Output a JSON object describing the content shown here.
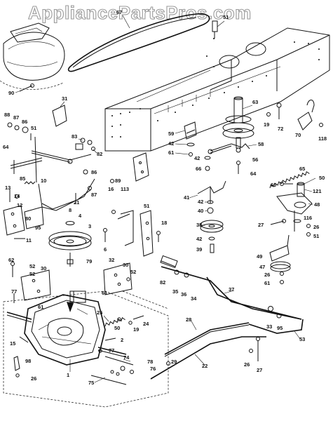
{
  "watermark": "AppliancePartsPros.com",
  "callouts": [
    {
      "id": "c67",
      "text": "67"
    },
    {
      "id": "c51a",
      "text": "51"
    },
    {
      "id": "c90",
      "text": "90"
    },
    {
      "id": "c31",
      "text": "31"
    },
    {
      "id": "c88",
      "text": "88"
    },
    {
      "id": "c87",
      "text": "87"
    },
    {
      "id": "c86",
      "text": "86"
    },
    {
      "id": "c51b",
      "text": "51"
    },
    {
      "id": "c83",
      "text": "83"
    },
    {
      "id": "c64",
      "text": "64"
    },
    {
      "id": "c82",
      "text": "82"
    },
    {
      "id": "c85",
      "text": "85"
    },
    {
      "id": "c86b",
      "text": "86"
    },
    {
      "id": "c89",
      "text": "89"
    },
    {
      "id": "c10",
      "text": "10"
    },
    {
      "id": "c13",
      "text": "13"
    },
    {
      "id": "c14",
      "text": "14"
    },
    {
      "id": "c12",
      "text": "12"
    },
    {
      "id": "c95",
      "text": "95"
    },
    {
      "id": "c80",
      "text": "80"
    },
    {
      "id": "c11",
      "text": "11"
    },
    {
      "id": "c8",
      "text": "8"
    },
    {
      "id": "c87b",
      "text": "87"
    },
    {
      "id": "c21",
      "text": "21"
    },
    {
      "id": "c4",
      "text": "4"
    },
    {
      "id": "c3",
      "text": "3"
    },
    {
      "id": "c79",
      "text": "79"
    },
    {
      "id": "c62",
      "text": "62"
    },
    {
      "id": "c52a",
      "text": "52"
    },
    {
      "id": "c30a",
      "text": "30"
    },
    {
      "id": "c52b",
      "text": "52"
    },
    {
      "id": "c77a",
      "text": "77"
    },
    {
      "id": "c61a",
      "text": "61"
    },
    {
      "id": "c16",
      "text": "16"
    },
    {
      "id": "c113",
      "text": "113"
    },
    {
      "id": "c51c",
      "text": "51"
    },
    {
      "id": "c18",
      "text": "18"
    },
    {
      "id": "c6",
      "text": "6"
    },
    {
      "id": "c32",
      "text": "32"
    },
    {
      "id": "c30b",
      "text": "30"
    },
    {
      "id": "c52c",
      "text": "52"
    },
    {
      "id": "c61b",
      "text": "61"
    },
    {
      "id": "c63",
      "text": "63"
    },
    {
      "id": "c19a",
      "text": "19"
    },
    {
      "id": "c72",
      "text": "72"
    },
    {
      "id": "c70",
      "text": "70"
    },
    {
      "id": "c118",
      "text": "118"
    },
    {
      "id": "c59",
      "text": "59"
    },
    {
      "id": "c42a",
      "text": "42"
    },
    {
      "id": "c61c",
      "text": "61"
    },
    {
      "id": "c58",
      "text": "58"
    },
    {
      "id": "c42b",
      "text": "42"
    },
    {
      "id": "c66",
      "text": "66"
    },
    {
      "id": "c56",
      "text": "56"
    },
    {
      "id": "c64b",
      "text": "64"
    },
    {
      "id": "c65",
      "text": "65"
    },
    {
      "id": "c50a",
      "text": "50"
    },
    {
      "id": "c60",
      "text": "60"
    },
    {
      "id": "c121",
      "text": "121"
    },
    {
      "id": "c48",
      "text": "48"
    },
    {
      "id": "c41",
      "text": "41"
    },
    {
      "id": "c42c",
      "text": "42"
    },
    {
      "id": "c40",
      "text": "40"
    },
    {
      "id": "c38",
      "text": "38"
    },
    {
      "id": "c42d",
      "text": "42"
    },
    {
      "id": "c39",
      "text": "39"
    },
    {
      "id": "c27a",
      "text": "27"
    },
    {
      "id": "c116",
      "text": "116"
    },
    {
      "id": "c26a",
      "text": "26"
    },
    {
      "id": "c51d",
      "text": "51"
    },
    {
      "id": "c49",
      "text": "49"
    },
    {
      "id": "c47",
      "text": "47"
    },
    {
      "id": "c26b",
      "text": "26"
    },
    {
      "id": "c61d",
      "text": "61"
    },
    {
      "id": "c82b",
      "text": "82"
    },
    {
      "id": "c35",
      "text": "35"
    },
    {
      "id": "c36",
      "text": "36"
    },
    {
      "id": "c34",
      "text": "34"
    },
    {
      "id": "c37",
      "text": "37"
    },
    {
      "id": "c25",
      "text": "25"
    },
    {
      "id": "c50b",
      "text": "50"
    },
    {
      "id": "c19b",
      "text": "19"
    },
    {
      "id": "c24",
      "text": "24"
    },
    {
      "id": "c2",
      "text": "2"
    },
    {
      "id": "c77b",
      "text": "77"
    },
    {
      "id": "c15",
      "text": "15"
    },
    {
      "id": "c98",
      "text": "98"
    },
    {
      "id": "c26c",
      "text": "26"
    },
    {
      "id": "c1",
      "text": "1"
    },
    {
      "id": "c74",
      "text": "74"
    },
    {
      "id": "c78",
      "text": "78"
    },
    {
      "id": "c76",
      "text": "76"
    },
    {
      "id": "c75",
      "text": "75"
    },
    {
      "id": "c28",
      "text": "28"
    },
    {
      "id": "c29",
      "text": "29"
    },
    {
      "id": "c22",
      "text": "22"
    },
    {
      "id": "c33",
      "text": "33"
    },
    {
      "id": "c95b",
      "text": "95"
    },
    {
      "id": "c53",
      "text": "53"
    },
    {
      "id": "c26d",
      "text": "26"
    },
    {
      "id": "c27b",
      "text": "27"
    }
  ]
}
